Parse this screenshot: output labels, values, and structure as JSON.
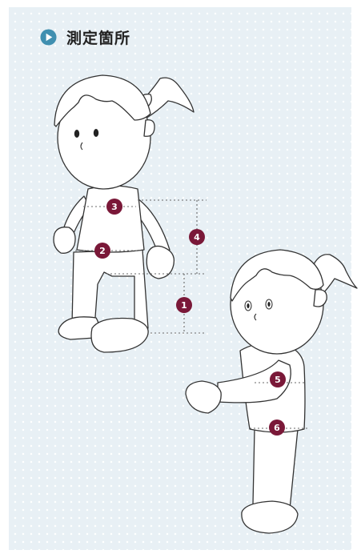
{
  "header": {
    "title": "測定箇所",
    "icon": "play-circle-icon",
    "icon_color": "#3f8fb0"
  },
  "markers": {
    "m1": "1",
    "m2": "2",
    "m3": "3",
    "m4": "4",
    "m5": "5",
    "m6": "6",
    "color": "#7a1838"
  }
}
